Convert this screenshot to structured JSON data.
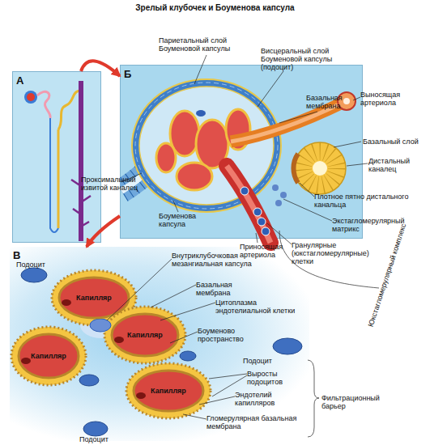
{
  "diagram": {
    "title": "Зрелый клубочек и Боуменова капсула",
    "nodes": [
      {
        "text": [
          "А"
        ]
      },
      {
        "text": [
          "Б"
        ]
      },
      {
        "text": [
          "В"
        ]
      },
      {
        "text": [
          "Капилляр"
        ],
        "in": 2
      },
      {
        "text": [
          "Капилляр"
        ],
        "in": 2
      },
      {
        "text": [
          "Капилляр"
        ],
        "in": 2
      },
      {
        "text": [
          "Капилляр"
        ],
        "in": 2
      }
    ],
    "edges": [
      {
        "from": 0,
        "to": 1,
        "arrow": "to"
      },
      {
        "from": 1,
        "to": 2,
        "arrow": "to"
      }
    ],
    "labels": [
      "Проксимальный извитой каналец",
      "Париетальный слой Боуменовой капсулы",
      "Висцеральный слой Боуменовой капсулы (подоцит)",
      "Выносящая артериола",
      "Базальная мембрана",
      "Базальный слой",
      "Дистальный каналец",
      "Плотное пятно дистального канальца",
      "Экстагломерулярный матрикс",
      "Гранулярные (юкстагломерулярные) клетки",
      "Приносящая артериола",
      "Боуменова капсула",
      "Юкстагломерулярный комплекс",
      "Подоцит",
      "Внутриклубочковая мезангиальная капсула",
      "Базальная мембрана",
      "Цитоплазма эндотелиальной клетки",
      "Боуменово пространство",
      "Подоцит",
      "Выросты подоцитов",
      "Эндотелий капилляров",
      "Гломерулярная базальная мембрана",
      "Фильтрационный барьер",
      "Подоцит"
    ]
  }
}
